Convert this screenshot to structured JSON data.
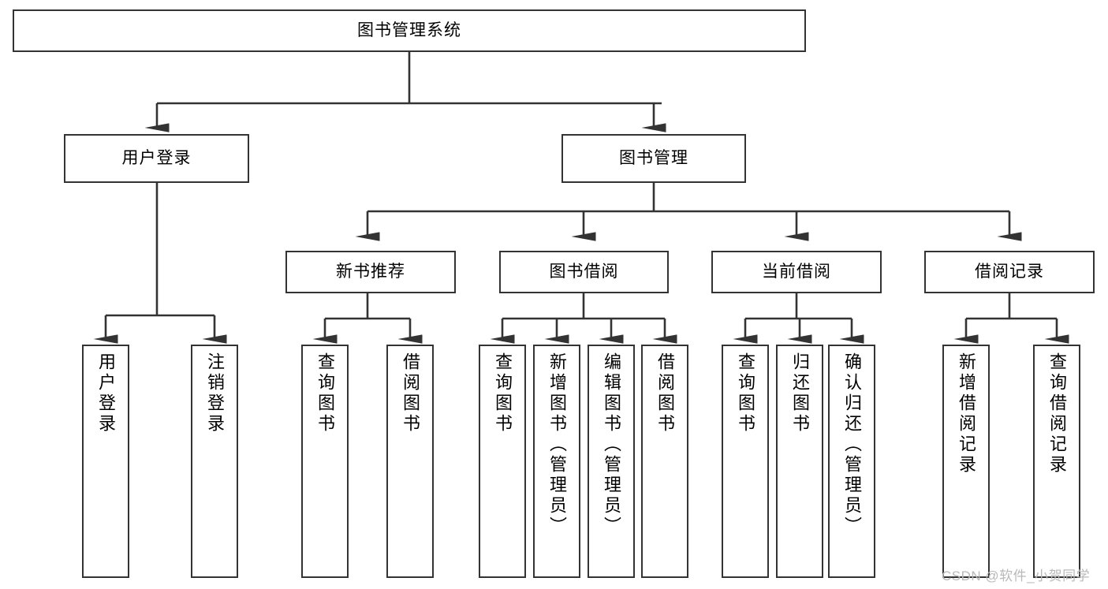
{
  "diagram": {
    "title_text": "图书管理系统",
    "type": "hierarchy-tree",
    "watermark": "CSDN @软件_小贺同学",
    "colors": {
      "line": "#333333",
      "box_border": "#333333",
      "background": "#ffffff",
      "text": "#000000",
      "watermark": "#b9b9b9"
    },
    "root": {
      "label": "图书管理系统"
    },
    "level2": [
      {
        "label": "用户登录"
      },
      {
        "label": "图书管理"
      }
    ],
    "level3": [
      {
        "label": "新书推荐"
      },
      {
        "label": "图书借阅"
      },
      {
        "label": "当前借阅"
      },
      {
        "label": "借阅记录"
      }
    ],
    "leaves": {
      "user_login": [
        {
          "label": "用户登录"
        },
        {
          "label": "注销登录"
        }
      ],
      "new_book": [
        {
          "label": "查询图书"
        },
        {
          "label": "借阅图书"
        }
      ],
      "borrow_book": [
        {
          "label": "查询图书"
        },
        {
          "label": "新增图书（管理员）"
        },
        {
          "label": "编辑图书（管理员）"
        },
        {
          "label": "借阅图书"
        }
      ],
      "current_borrow": [
        {
          "label": "查询图书"
        },
        {
          "label": "归还图书"
        },
        {
          "label": "确认归还（管理员）"
        }
      ],
      "borrow_record": [
        {
          "label": "新增借阅记录"
        },
        {
          "label": "查询借阅记录"
        }
      ]
    }
  }
}
